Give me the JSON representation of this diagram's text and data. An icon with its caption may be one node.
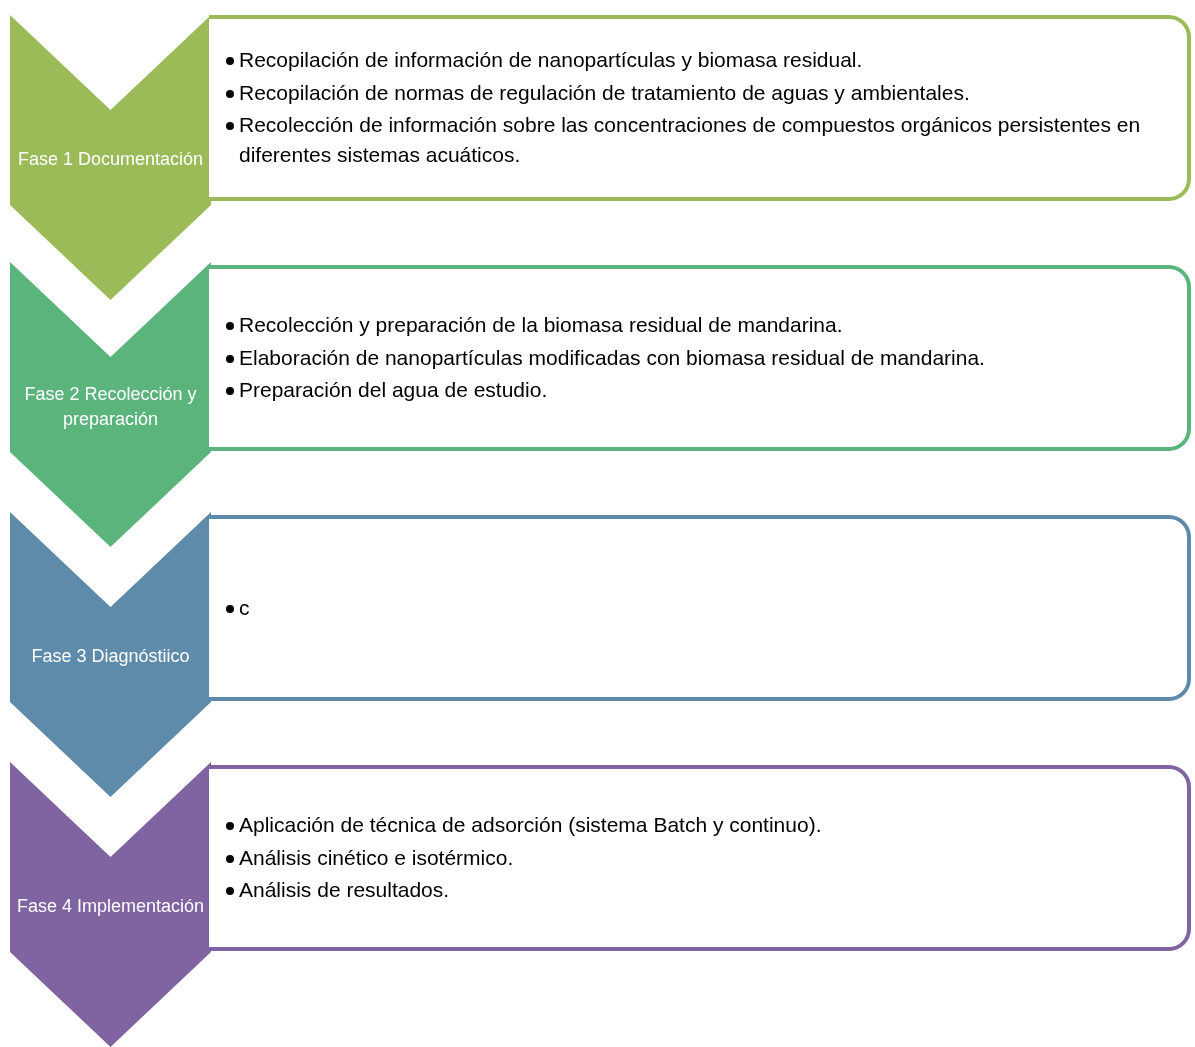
{
  "diagram": {
    "nodes": [
      {
        "text": [
          "Fase 1 Documentación"
        ]
      },
      {
        "text": [
          "Recopilación de información de nanopartículas y biomasa residual.",
          "Recopilación de normas de regulación de tratamiento de aguas y ambientales.",
          "Recolección de información sobre las concentraciones de compuestos orgánicos persistentes en diferentes sistemas acuáticos."
        ]
      },
      {
        "text": [
          "Fase 2 Recolección y preparación"
        ]
      },
      {
        "text": [
          "Recolección y preparación de la biomasa residual de mandarina.",
          "Elaboración de nanopartículas modificadas con biomasa residual de mandarina.",
          "Preparación del agua de estudio."
        ]
      },
      {
        "text": [
          "Fase 3 Diagnóstiico"
        ]
      },
      {
        "text": [
          "c"
        ]
      },
      {
        "text": [
          "Fase 4 Implementación"
        ]
      },
      {
        "text": [
          "Aplicación de técnica de adsorción (sistema Batch y continuo).",
          "Análisis cinético e isotérmico.",
          "Análisis de resultados."
        ]
      }
    ]
  }
}
